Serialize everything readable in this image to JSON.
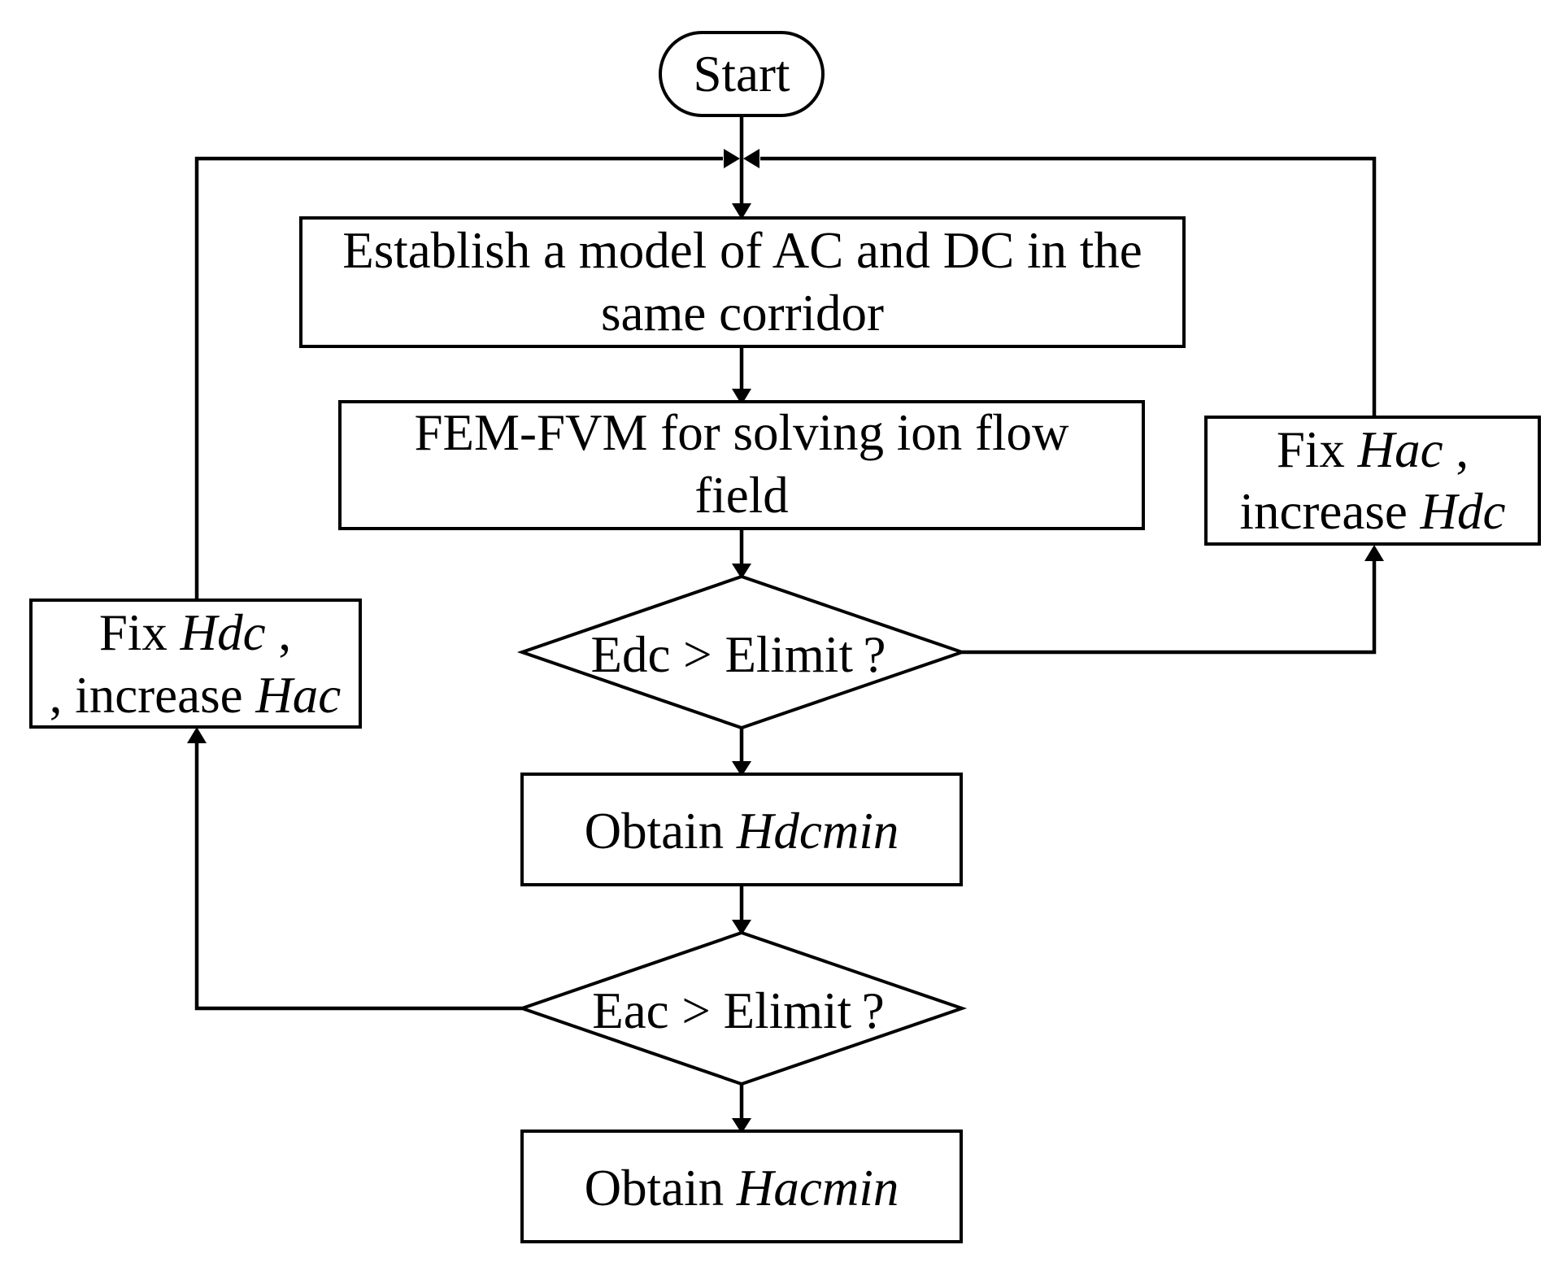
{
  "nodes": {
    "start": {
      "label": "Start"
    },
    "establish": {
      "line1": "Establish a model of AC and DC in the",
      "line2": "same corridor"
    },
    "fem": {
      "line1": "FEM-FVM for solving ion flow",
      "line2": "field"
    },
    "edc_decision": {
      "label": "Edc > Elimit ?"
    },
    "obtain_hdcmin": {
      "prefix": "Obtain ",
      "var": "Hdcmin"
    },
    "eac_decision": {
      "label": "Eac > Elimit ?"
    },
    "obtain_hacmin": {
      "prefix": "Obtain ",
      "var": "Hacmin"
    },
    "fix_hac": {
      "fix": "Fix ",
      "fix_var": "Hac",
      "fix_suffix": " ,",
      "inc": "increase ",
      "inc_var": "Hdc"
    },
    "fix_hdc": {
      "fix": "Fix ",
      "fix_var": "Hdc",
      "fix_suffix": " ,",
      "inc": ", increase ",
      "inc_var": "Hac"
    }
  }
}
